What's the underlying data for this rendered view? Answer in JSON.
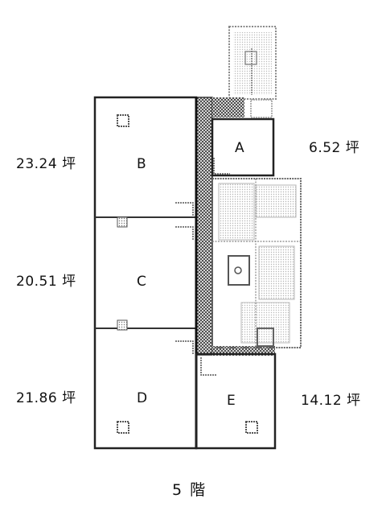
{
  "rooms": [
    {
      "id": "B",
      "area": "23.24 坪"
    },
    {
      "id": "C",
      "area": "20.51 坪"
    },
    {
      "id": "D",
      "area": "21.86 坪"
    },
    {
      "id": "A",
      "area": "6.52 坪"
    },
    {
      "id": "E",
      "area": "14.12 坪"
    }
  ],
  "floor_label": "5 階"
}
